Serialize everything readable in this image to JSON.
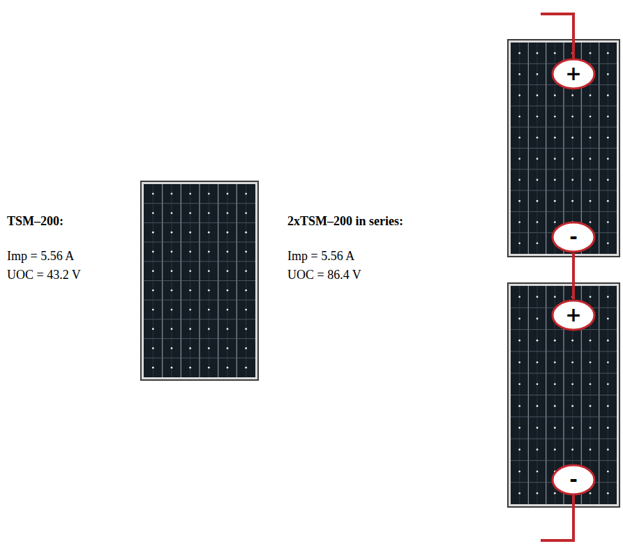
{
  "diagram": {
    "nodes": [
      {
        "text": [
          "+"
        ]
      },
      {
        "text": [
          "-"
        ]
      },
      {
        "text": [
          "+"
        ]
      },
      {
        "text": [
          "-"
        ]
      }
    ],
    "edges": [
      {
        "from": 1,
        "to": 2,
        "arrow": "none"
      }
    ],
    "labels": [
      "TSM–200:",
      "Imp = 5.56 A",
      "UOC = 43.2 V",
      "2xTSM–200 in series:",
      "Imp = 5.56 A",
      "UOC = 86.4 V"
    ]
  }
}
